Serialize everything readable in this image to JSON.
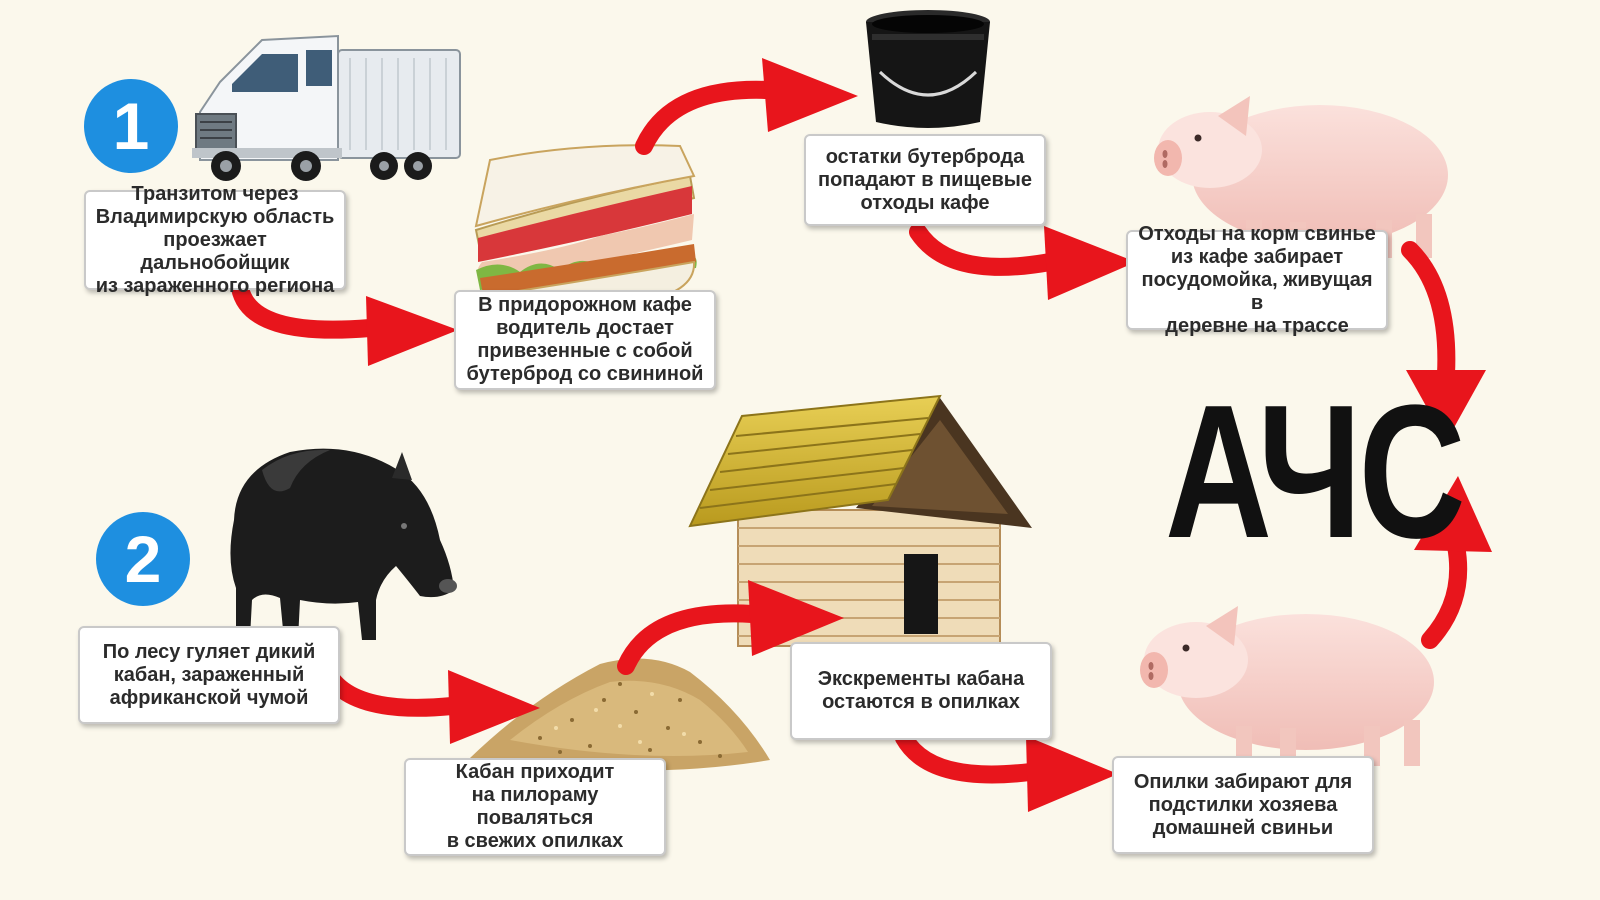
{
  "title": "АЧС",
  "colors": {
    "arrow": "#e8151c",
    "badge": "#1e8fe0",
    "background": "#fbf8ec"
  },
  "path1": {
    "badge": "1",
    "steps": [
      "Транзитом через\nВладимирскую область\nпроезжает дальнобойщик\nиз зараженного региона",
      "В придорожном кафе\nводитель достает\nпривезенные с собой\nбутерброд со свининой",
      "остатки бутерброда\nпопадают в пищевые\nотходы кафе",
      "Отходы на корм свинье\nиз кафе забирает\nпосудомойка, живущая в\nдеревне на трассе"
    ]
  },
  "path2": {
    "badge": "2",
    "steps": [
      "По лесу гуляет дикий\nкабан, зараженный\nафриканской чумой",
      "Кабан приходит\nна пилораму поваляться\nв свежих опилках",
      "Экскременты кабана\nостаются в опилках",
      "Опилки забирают для\nподстилки хозяева\nдомашней свиньи"
    ]
  },
  "icons": [
    "truck-icon",
    "sandwich-icon",
    "bucket-icon",
    "pig-icon",
    "boar-icon",
    "sawdust-icon",
    "house-icon"
  ]
}
